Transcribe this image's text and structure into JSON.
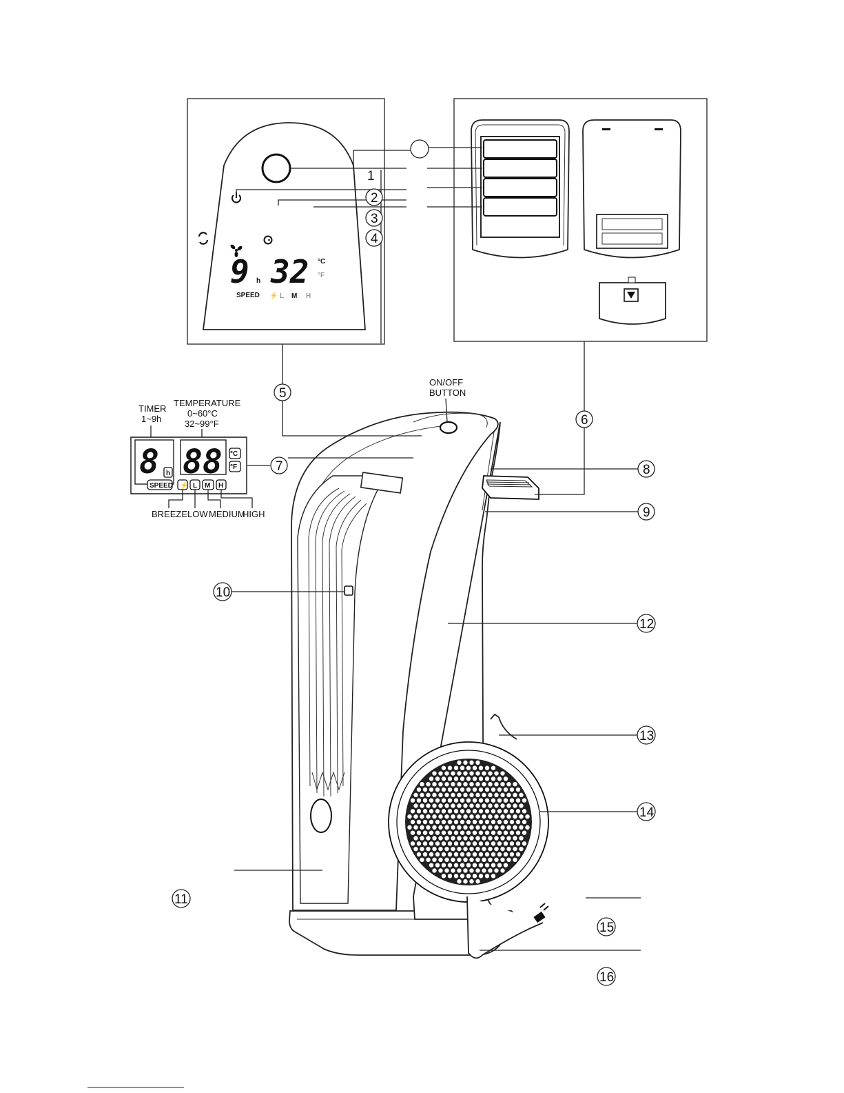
{
  "callouts": [
    "1",
    "2",
    "3",
    "4",
    "5",
    "6",
    "7",
    "8",
    "9",
    "10",
    "11",
    "12",
    "13",
    "14",
    "15",
    "16"
  ],
  "panel_display": {
    "timer_digit": "9",
    "timer_unit": "h",
    "temp_digits": "32",
    "unit_c": "°C",
    "unit_f": "°F",
    "speed_label": "SPEED",
    "speed_breeze": "⚡",
    "speed_low": "L",
    "speed_medium": "M",
    "speed_high": "H"
  },
  "legend": {
    "timer_label": "TIMER",
    "timer_range": "1~9h",
    "temperature_label": "TEMPERATURE",
    "temperature_range_c": "0~60°C",
    "temperature_range_f": "32~99°F",
    "timer_digit": "8",
    "timer_unit": "h",
    "temp_digits": "88",
    "unit_c": "°C",
    "unit_f": "°F",
    "speed_label": "SPEED",
    "breeze_icon": "⚡",
    "low_icon": "L",
    "medium_icon": "M",
    "high_icon": "H",
    "breeze": "BREEZE",
    "low": "LOW",
    "medium": "MEDIUM",
    "high": "HIGH"
  },
  "onoff_label_line1": "ON/OFF",
  "onoff_label_line2": "BUTTON",
  "icons": {
    "power": "power-icon",
    "oscillate": "oscillate-icon",
    "fan": "fan-icon",
    "timer": "timer-icon",
    "battery_cover_arrow": "down-arrow-icon",
    "plug": "plug-icon"
  }
}
